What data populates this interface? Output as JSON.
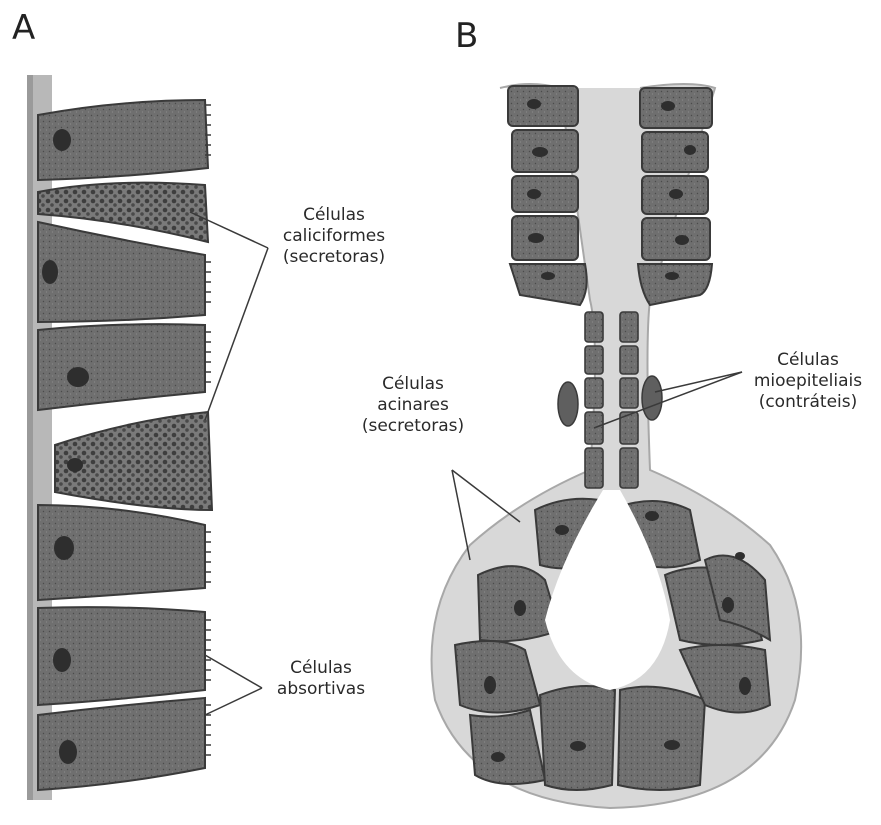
{
  "panels": {
    "a": "A",
    "b": "B"
  },
  "labels": {
    "goblet": [
      "Células",
      "caliciformes",
      "(secretoras)"
    ],
    "absorptive": [
      "Células",
      "absortivas"
    ],
    "acinar": [
      "Células",
      "acinares",
      "(secretoras)"
    ],
    "myoepithelial": [
      "Células",
      "mioepiteliais",
      "(contráteis)"
    ]
  },
  "colors": {
    "cell_fill": "#6f6f6f",
    "cell_dark": "#4a4a4a",
    "membrane": "#c9c9c9",
    "halo": "#d4d4d4",
    "nucleus": "#2e2e2e"
  }
}
